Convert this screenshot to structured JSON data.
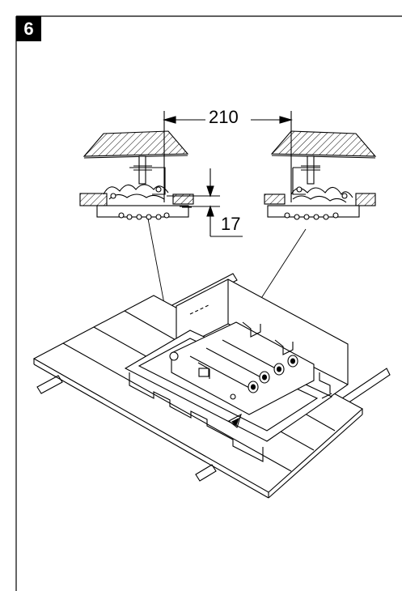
{
  "step": {
    "number": "6"
  },
  "dimensions": {
    "spacing": "210",
    "offset": "17"
  },
  "colors": {
    "line": "#000000",
    "background": "#ffffff"
  }
}
